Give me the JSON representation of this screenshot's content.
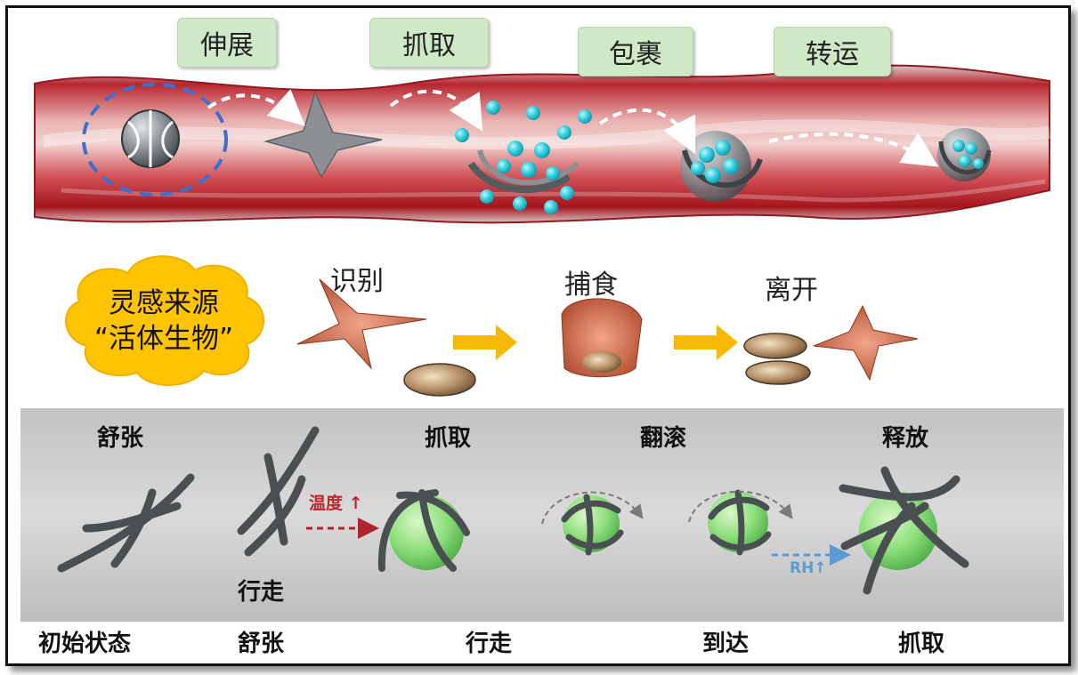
{
  "top_stages": [
    "伸展",
    "抓取",
    "包裹",
    "转运"
  ],
  "organism": {
    "cloud_line1": "灵感来源",
    "cloud_line2": "“活体生物”",
    "steps": [
      "识别",
      "捕食",
      "离开"
    ]
  },
  "robot": {
    "top_labels": [
      "舒张",
      "抓取",
      "翻滚",
      "释放"
    ],
    "walk_label": "行走",
    "temperature_label": "温度",
    "rh_label": "RH↑",
    "bottom_labels": [
      "初始状态",
      "舒张",
      "行走",
      "到达",
      "抓取"
    ]
  },
  "colors": {
    "vessel": "#c8343d",
    "tag_green": "#cfe8c6",
    "particle": "#35d1e0",
    "ball_green": "#8fe07d",
    "arrow_yellow": "#f6b800",
    "cloud_yellow": "#ffc400",
    "panel_gray": "#cfcfcf"
  }
}
